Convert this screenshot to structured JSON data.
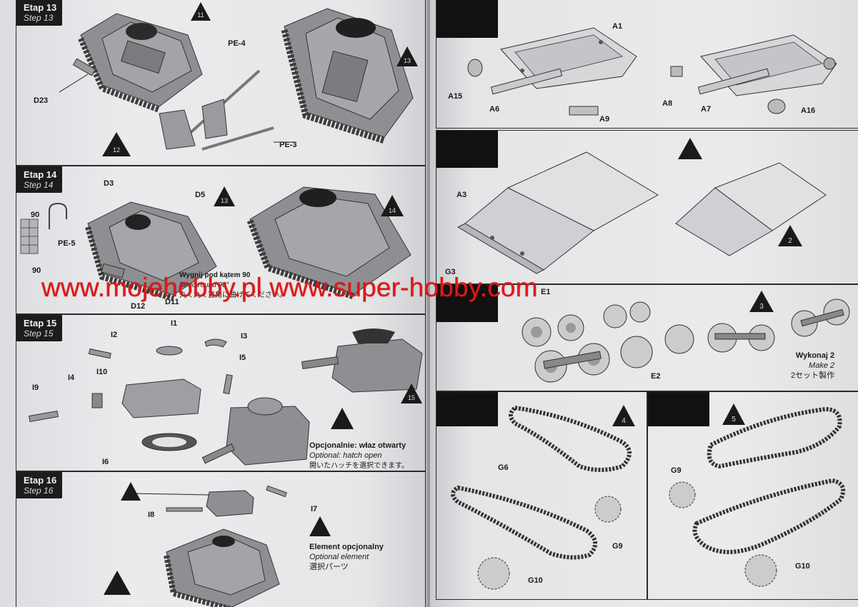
{
  "left_page": {
    "step13": {
      "title_pl": "Etap 13",
      "title_en": "Step 13",
      "parts": [
        "D23",
        "PE-4",
        "PE-3"
      ],
      "ref_markers": [
        "11",
        "13",
        "12"
      ]
    },
    "step14": {
      "title_pl": "Etap 14",
      "title_en": "Step 14",
      "parts": [
        "D3",
        "D5",
        "PE-5",
        "D12",
        "D11"
      ],
      "angles": [
        "90",
        "90"
      ],
      "ref_markers": [
        "13",
        "14"
      ],
      "note_pl": "Wygnij pod kątem 90",
      "note_en": "Bend round 90°",
      "note_jp": "丸く丸く直角に曲げてください。"
    },
    "step15": {
      "title_pl": "Etap 15",
      "title_en": "Step 15",
      "parts": [
        "I1",
        "I2",
        "I3",
        "I5",
        "I10",
        "I4",
        "I9",
        "I6"
      ],
      "ref_markers": [
        "15"
      ],
      "note_pl": "Opcjonalnie: właz otwarty",
      "note_en": "Optional: hatch open",
      "note_jp": "開いたハッチを選択できます。"
    },
    "step16": {
      "title_pl": "Etap 16",
      "title_en": "Step 16",
      "parts": [
        "I8",
        "I7"
      ],
      "note_pl": "Element opcjonalny",
      "note_en": "Optional element",
      "note_jp": "選択パーツ"
    }
  },
  "right_page": {
    "step1": {
      "parts": [
        "A1",
        "A15",
        "A6",
        "A9",
        "A8",
        "A7",
        "A16"
      ]
    },
    "step2": {
      "parts": [
        "A3",
        "G3"
      ],
      "ref_markers": [
        "2"
      ]
    },
    "step3": {
      "parts": [
        "E1",
        "E2"
      ],
      "ref_markers": [
        "3"
      ],
      "note_pl": "Wykonaj 2",
      "note_en": "Make 2",
      "note_jp": "2セット製作"
    },
    "step4": {
      "parts": [
        "G6",
        "G9",
        "G10"
      ],
      "ref_markers": [
        "4"
      ]
    },
    "step5": {
      "parts": [
        "G9",
        "G10"
      ],
      "ref_markers": [
        "5"
      ]
    }
  },
  "watermark": {
    "text": "www.mojehobby.pl www.super-hobby.com",
    "color": "#e01818"
  }
}
